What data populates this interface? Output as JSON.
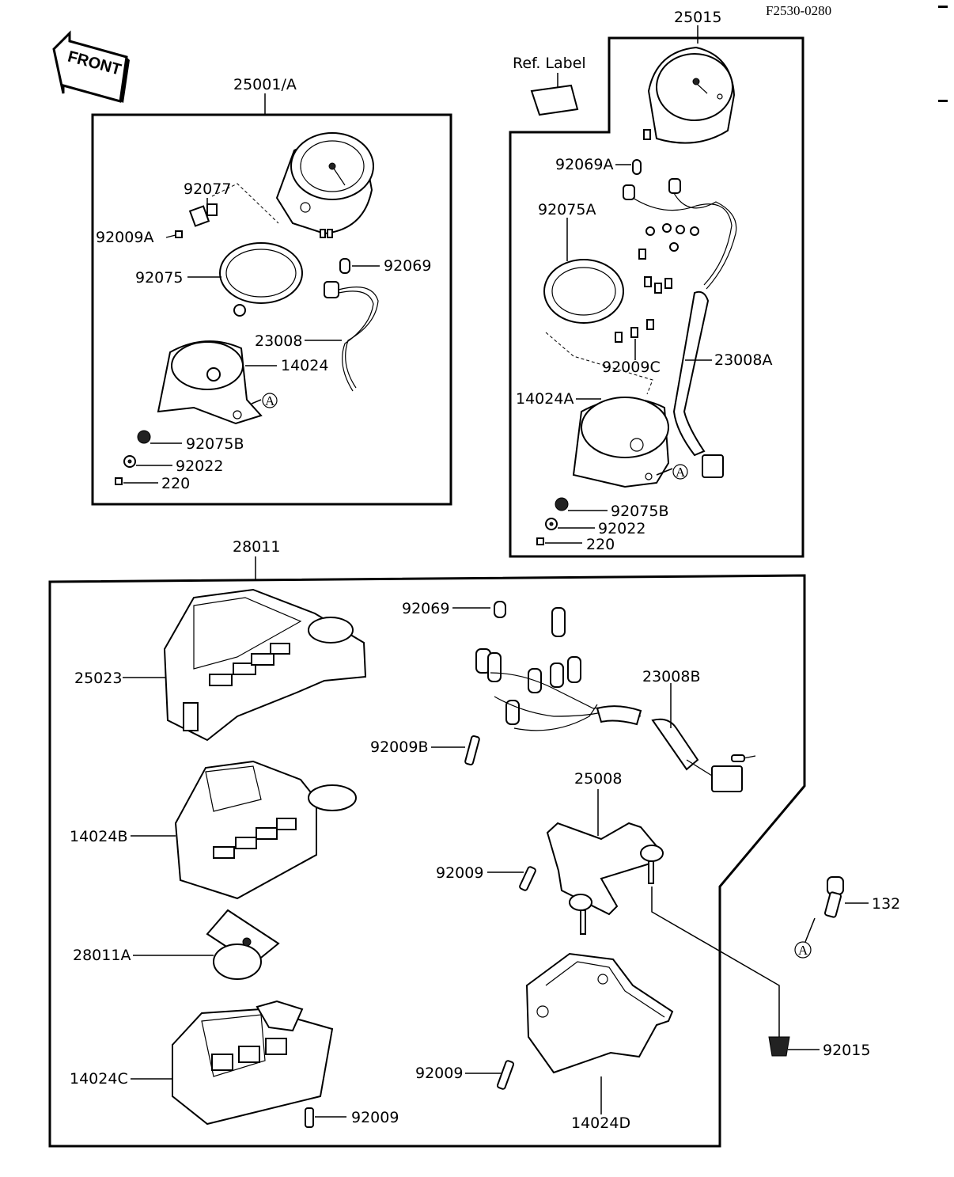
{
  "doc_code": "F2530-0280",
  "front_label": "FRONT",
  "callouts": {
    "a25015": "25015",
    "ref_label": "Ref. Label",
    "a25001A": "25001/A",
    "a92077": "92077",
    "a92009A": "92009A",
    "a92075": "92075",
    "a92069_top": "92069",
    "a23008": "23008",
    "a14024": "14024",
    "circleA_left": "A",
    "a92075B_left": "92075B",
    "a92022_left": "92022",
    "a220_left": "220",
    "a92069A": "92069A",
    "a92075A": "92075A",
    "a92009C": "92009C",
    "a23008A": "23008A",
    "a14024A": "14024A",
    "circleA_right": "A",
    "a92075B_right": "92075B",
    "a92022_right": "92022",
    "a220_right": "220",
    "a28011": "28011",
    "a92069_bottom": "92069",
    "a25023": "25023",
    "a23008B": "23008B",
    "a92009B": "92009B",
    "a14024B": "14024B",
    "a25008": "25008",
    "a92009_mid": "92009",
    "a132": "132",
    "circleA_132": "A",
    "a28011A": "28011A",
    "a92009_lower": "92009",
    "a92015": "92015",
    "a14024C": "14024C",
    "a92009_bottom": "92009",
    "a14024D": "14024D"
  }
}
